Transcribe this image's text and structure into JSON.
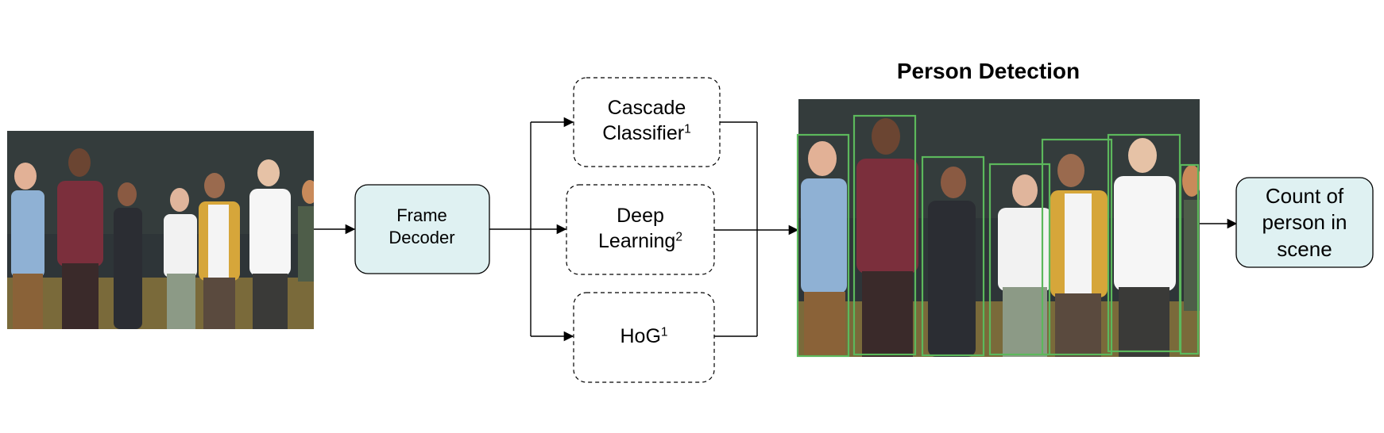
{
  "title": "Person Detection",
  "nodes": {
    "frame_decoder": "Frame Decoder",
    "cascade_classifier": {
      "line1": "Cascade",
      "line2": "Classifier",
      "sup": "1"
    },
    "deep_learning": {
      "line1": "Deep",
      "line2": "Learning",
      "sup": "2"
    },
    "hog": {
      "text": "HoG",
      "sup": "1"
    },
    "count": "Count of person in scene"
  },
  "colors": {
    "teal_fill": "#dff1f2",
    "box_stroke": "#000000",
    "detection_green": "#5cb85c",
    "blackboard": "#2e3538"
  }
}
